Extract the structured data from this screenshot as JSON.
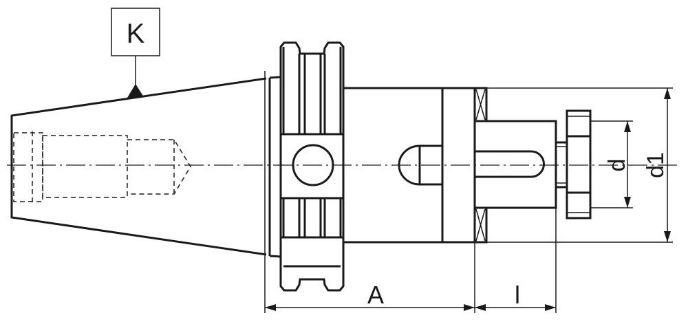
{
  "drawing": {
    "labels": {
      "taper_marker": "K",
      "dim_A": "A",
      "dim_l": "l",
      "dim_d": "d",
      "dim_d1": "d1"
    },
    "colors": {
      "line": "#1a1a1a",
      "background": "#ffffff"
    }
  }
}
